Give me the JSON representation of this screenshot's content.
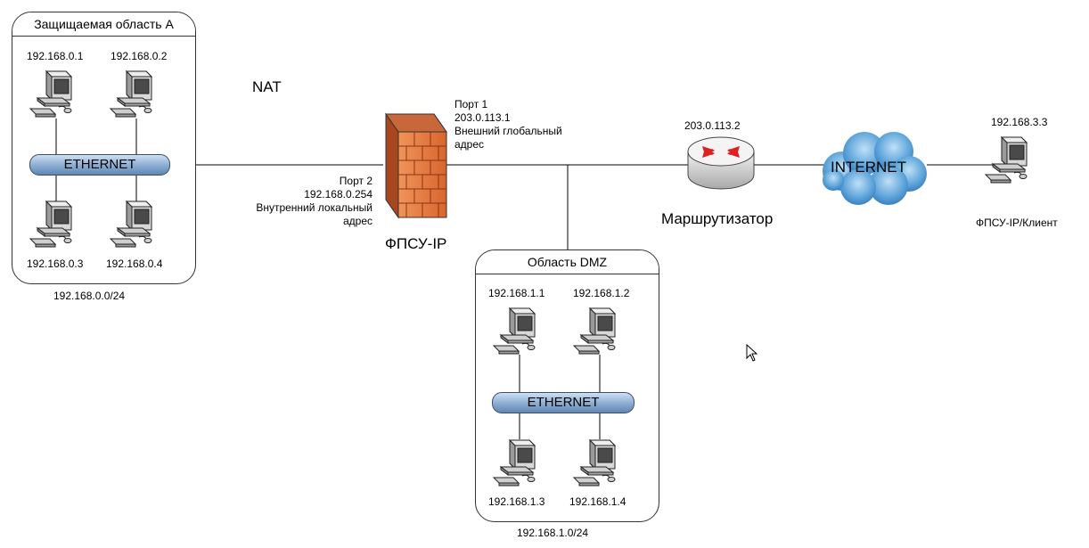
{
  "zones": {
    "a": {
      "title": "Защищаемая область A",
      "hosts": [
        "192.168.0.1",
        "192.168.0.2",
        "192.168.0.3",
        "192.168.0.4"
      ],
      "bus_label": "ETHERNET",
      "subnet": "192.168.0.0/24"
    },
    "dmz": {
      "title": "Область DMZ",
      "hosts": [
        "192.168.1.1",
        "192.168.1.2",
        "192.168.1.3",
        "192.168.1.4"
      ],
      "bus_label": "ETHERNET",
      "subnet": "192.168.1.0/24"
    }
  },
  "nat_label": "NAT",
  "firewall": {
    "name": "ФПСУ-IP",
    "port2": [
      "Порт 2",
      "192.168.0.254",
      "Внутренний локальный",
      "адрес"
    ],
    "port1": [
      "Порт 1",
      "203.0.113.1",
      "Внешний глобальный",
      "адрес"
    ]
  },
  "router": {
    "ip": "203.0.113.2",
    "name": "Маршрутизатор"
  },
  "internet": {
    "label": "INTERNET"
  },
  "client": {
    "ip": "192.168.3.3",
    "name": "ФПСУ-IP/Клиент"
  },
  "icons": [
    "computer-icon",
    "firewall-icon",
    "router-icon",
    "cloud-icon",
    "mouse-cursor-icon"
  ],
  "colors": {
    "firewall": "#e0703a",
    "router_arrows": "#e02020",
    "cloud": "#3f88c8",
    "bus": "#8fb0d3"
  }
}
